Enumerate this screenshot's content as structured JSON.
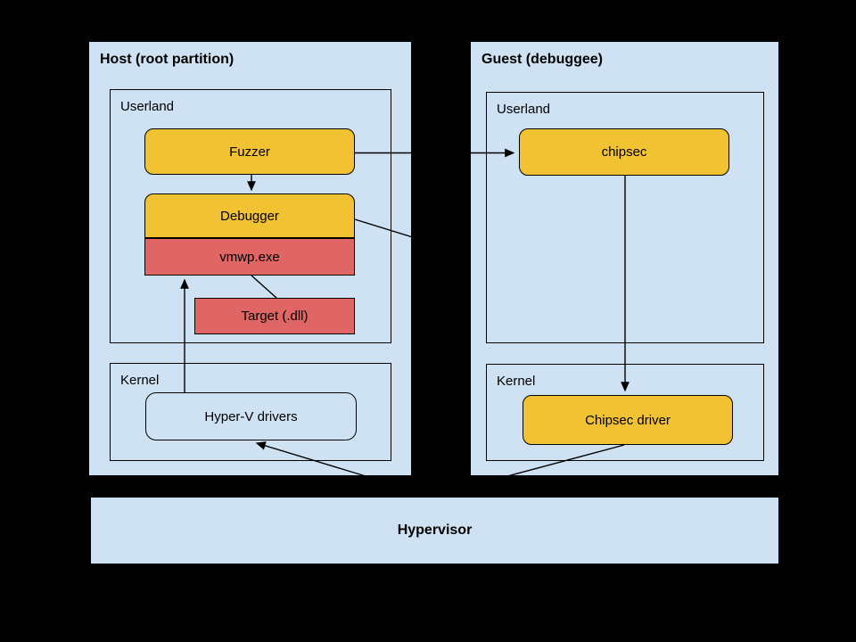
{
  "diagram": {
    "host": {
      "title": "Host (root partition)",
      "userland_label": "Userland",
      "kernel_label": "Kernel",
      "nodes": {
        "fuzzer": "Fuzzer",
        "debugger": "Debugger",
        "vmwp": "vmwp.exe",
        "target": "Target (.dll)",
        "hyperv_drivers": "Hyper-V drivers"
      }
    },
    "guest": {
      "title": "Guest (debuggee)",
      "userland_label": "Userland",
      "kernel_label": "Kernel",
      "nodes": {
        "chipsec": "chipsec",
        "chipsec_driver": "Chipsec driver"
      }
    },
    "hypervisor": {
      "title": "Hypervisor"
    },
    "colors": {
      "background": "#000000",
      "panel_blue": "#cfe2f3",
      "node_yellow": "#f1c232",
      "node_red": "#e06666",
      "line": "#000000"
    },
    "edges": [
      {
        "from": "fuzzer",
        "to": "debugger",
        "arrow": true
      },
      {
        "from": "fuzzer",
        "to": "chipsec",
        "arrow": true
      },
      {
        "from": "debugger",
        "to": "guest-panel",
        "arrow": false
      },
      {
        "from": "vmwp.exe",
        "to": "target-dll",
        "arrow": false
      },
      {
        "from": "hyperv-drivers",
        "to": "vmwp.exe",
        "arrow": true
      },
      {
        "from": "hypervisor",
        "to": "hyperv-drivers",
        "arrow": true
      },
      {
        "from": "chipsec",
        "to": "chipsec-driver",
        "arrow": true
      },
      {
        "from": "chipsec-driver",
        "to": "hypervisor",
        "arrow": false
      }
    ]
  }
}
